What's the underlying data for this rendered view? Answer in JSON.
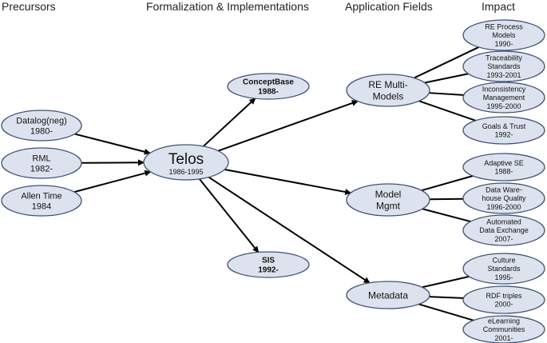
{
  "headers": {
    "precursors": "Precursors",
    "formalization": "Formalization & Implementations",
    "application": "Application Fields",
    "impact": "Impact"
  },
  "nodes": {
    "datalog": {
      "lines": [
        "Datalog(neg)",
        "1980-"
      ]
    },
    "rml": {
      "lines": [
        "RML",
        "1982-"
      ]
    },
    "allen": {
      "lines": [
        "Allen Time",
        "1984"
      ]
    },
    "telos": {
      "title": "Telos",
      "years": "1986-1995"
    },
    "conceptbase": {
      "lines": [
        "ConceptBase",
        "1988-"
      ]
    },
    "sis": {
      "lines": [
        "SIS",
        "1992-"
      ]
    },
    "re_multi": {
      "lines": [
        "RE Multi-",
        "Models"
      ]
    },
    "model_mgmt": {
      "lines": [
        "Model",
        "Mgmt"
      ]
    },
    "metadata": {
      "lines": [
        "Metadata"
      ]
    },
    "re_process": {
      "lines": [
        "RE Process",
        "Models",
        "1990-"
      ]
    },
    "traceability": {
      "lines": [
        "Traceability",
        "Standards",
        "1993-2001"
      ]
    },
    "inconsistency": {
      "lines": [
        "Inconsistency",
        "Management",
        "1995-2000"
      ]
    },
    "goals_trust": {
      "lines": [
        "Goals & Trust",
        "1992-"
      ]
    },
    "adaptive_se": {
      "lines": [
        "Adaptive SE",
        "1988-"
      ]
    },
    "data_warehouse": {
      "lines": [
        "Data Ware-",
        "house Quality",
        "1996-2000"
      ]
    },
    "automated_data": {
      "lines": [
        "Automated",
        "Data Exchange",
        "2007-"
      ]
    },
    "culture": {
      "lines": [
        "Culture",
        "Standards",
        "1995-"
      ]
    },
    "rdf": {
      "lines": [
        "RDF triples",
        "2000-"
      ]
    },
    "elearning": {
      "lines": [
        "eLearning",
        "Communities",
        "2001-"
      ]
    }
  }
}
